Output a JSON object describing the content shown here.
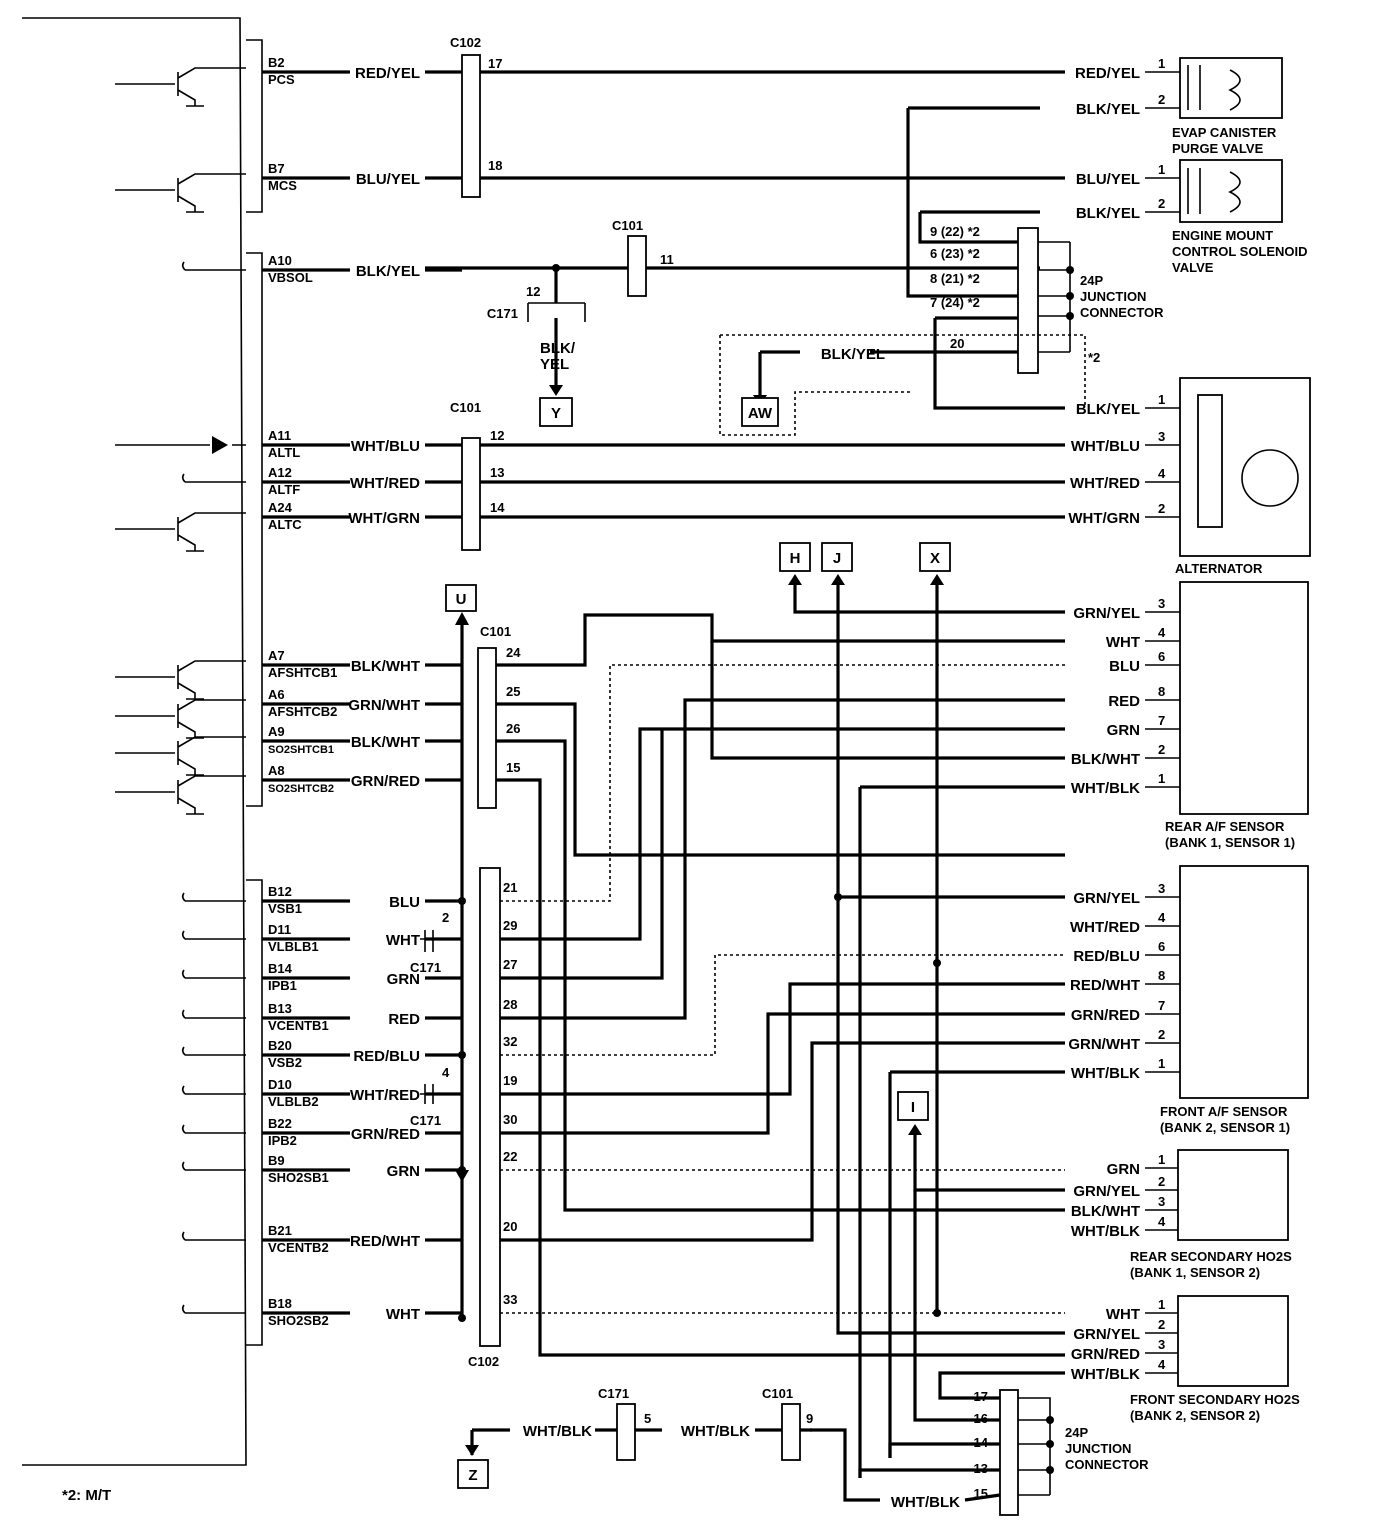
{
  "ecm_pins": [
    {
      "pin": "B2",
      "name": "PCS"
    },
    {
      "pin": "B7",
      "name": "MCS"
    },
    {
      "pin": "A10",
      "name": "VBSOL"
    },
    {
      "pin": "A11",
      "name": "ALTL"
    },
    {
      "pin": "A12",
      "name": "ALTF"
    },
    {
      "pin": "A24",
      "name": "ALTC"
    },
    {
      "pin": "A7",
      "name": "AFSHTCB1"
    },
    {
      "pin": "A6",
      "name": "AFSHTCB2"
    },
    {
      "pin": "A9",
      "name": "SO2SHTCB1"
    },
    {
      "pin": "A8",
      "name": "SO2SHTCB2"
    },
    {
      "pin": "B12",
      "name": "VSB1"
    },
    {
      "pin": "D11",
      "name": "VLBLB1"
    },
    {
      "pin": "B14",
      "name": "IPB1"
    },
    {
      "pin": "B13",
      "name": "VCENTB1"
    },
    {
      "pin": "B20",
      "name": "VSB2"
    },
    {
      "pin": "D10",
      "name": "VLBLB2"
    },
    {
      "pin": "B22",
      "name": "IPB2"
    },
    {
      "pin": "B9",
      "name": "SHO2SB1"
    },
    {
      "pin": "B21",
      "name": "VCENTB2"
    },
    {
      "pin": "B18",
      "name": "SHO2SB2"
    }
  ],
  "left_wires": [
    "RED/YEL",
    "BLU/YEL",
    "BLK/YEL",
    "WHT/BLU",
    "WHT/RED",
    "WHT/GRN",
    "BLK/WHT",
    "GRN/WHT",
    "BLK/WHT",
    "GRN/RED",
    "BLU",
    "WHT",
    "GRN",
    "RED",
    "RED/BLU",
    "WHT/RED",
    "GRN/RED",
    "GRN",
    "RED/WHT",
    "WHT"
  ],
  "c102_pins": [
    "17",
    "18"
  ],
  "c101_alt_pins": [
    "12",
    "13",
    "14"
  ],
  "c101_af_pins": [
    "24",
    "25",
    "26",
    "15"
  ],
  "c102_low_pins": [
    "21",
    "29",
    "27",
    "28",
    "32",
    "19",
    "30",
    "22",
    "20",
    "33"
  ],
  "connectors": {
    "c102": "C102",
    "c101": "C101",
    "c171": "C171",
    "c101_pin": "11",
    "c171_pin": "12",
    "c171_pin_b": "2",
    "c171_pin_c": "4",
    "c171_bottom_pin": "5",
    "c101_bottom_pin": "9"
  },
  "right_wires": {
    "evap": [
      "RED/YEL",
      "BLK/YEL"
    ],
    "mount": [
      "BLU/YEL",
      "BLK/YEL"
    ],
    "alt": [
      "BLK/YEL",
      "WHT/BLU",
      "WHT/RED",
      "WHT/GRN"
    ],
    "rear_af": [
      "GRN/YEL",
      "WHT",
      "BLU",
      "RED",
      "GRN",
      "BLK/WHT",
      "WHT/BLK"
    ],
    "front_af": [
      "GRN/YEL",
      "WHT/RED",
      "RED/BLU",
      "RED/WHT",
      "GRN/RED",
      "GRN/WHT",
      "WHT/BLK"
    ],
    "rear_ho2s": [
      "GRN",
      "GRN/YEL",
      "BLK/WHT",
      "WHT/BLK"
    ],
    "front_ho2s": [
      "WHT",
      "GRN/YEL",
      "GRN/RED",
      "WHT/BLK"
    ]
  },
  "right_pins": {
    "evap": [
      "1",
      "2"
    ],
    "mount": [
      "1",
      "2"
    ],
    "alt": [
      "1",
      "3",
      "4",
      "2"
    ],
    "rear_af": [
      "3",
      "4",
      "6",
      "8",
      "7",
      "2",
      "1"
    ],
    "front_af": [
      "3",
      "4",
      "6",
      "8",
      "7",
      "2",
      "1"
    ],
    "rear_ho2s": [
      "1",
      "2",
      "3",
      "4"
    ],
    "front_ho2s": [
      "1",
      "2",
      "3",
      "4"
    ]
  },
  "components": {
    "evap": [
      "EVAP CANISTER",
      "PURGE VALVE"
    ],
    "mount": [
      "ENGINE MOUNT",
      "CONTROL SOLENOID",
      "VALVE"
    ],
    "alternator": "ALTERNATOR",
    "rear_af": [
      "REAR A/F SENSOR",
      "(BANK 1, SENSOR 1)"
    ],
    "front_af": [
      "FRONT A/F SENSOR",
      "(BANK 2, SENSOR 1)"
    ],
    "rear_ho2s": [
      "REAR SECONDARY HO2S",
      "(BANK 1, SENSOR 2)"
    ],
    "front_ho2s": [
      "FRONT SECONDARY HO2S",
      "(BANK 2, SENSOR 2)"
    ]
  },
  "junction_top": {
    "title": [
      "24P",
      "JUNCTION",
      "CONNECTOR"
    ],
    "pins": [
      "9 (22) *2",
      "6 (23) *2",
      "8 (21) *2",
      "7 (24) *2"
    ],
    "pin20": "20",
    "wire20": "BLK/YEL",
    "note": "*2"
  },
  "junction_bottom": {
    "title": [
      "24P",
      "JUNCTION",
      "CONNECTOR"
    ],
    "pins": [
      "17",
      "16",
      "14",
      "13",
      "15"
    ],
    "wire15": "WHT/BLK"
  },
  "refs": {
    "y": "Y",
    "aw": "AW",
    "u": "U",
    "h": "H",
    "j": "J",
    "x": "X",
    "i": "I",
    "z": "Z"
  },
  "misc": {
    "blk_yel_down": [
      "BLK/",
      "YEL"
    ],
    "bottom_wire_a": "WHT/BLK",
    "bottom_wire_b": "WHT/BLK",
    "footnote": "*2: M/T"
  }
}
